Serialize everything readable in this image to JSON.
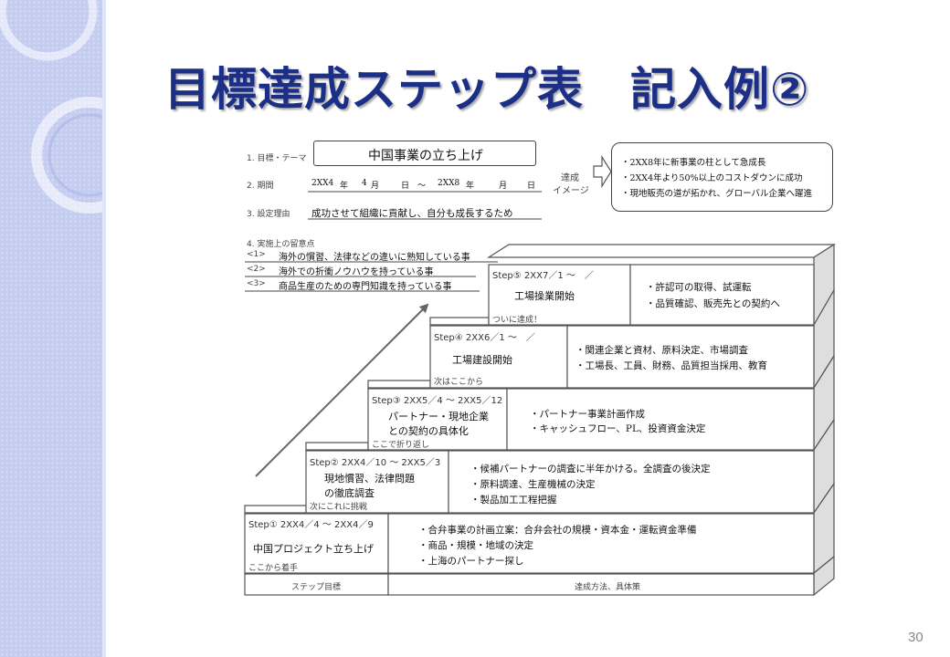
{
  "title": "目標達成ステップ表　記入例②",
  "page_number": "30",
  "form": {
    "theme_label": "1. 目標・テーマ",
    "theme_value": "中国事業の立ち上げ",
    "period_label": "2. 期間",
    "period_start_year": "2XX4",
    "year_char": "年",
    "period_start_month": "4",
    "month_char": "月",
    "day_char": "日",
    "wave": "～",
    "period_end_year": "2XX8",
    "reason_label": "3. 設定理由",
    "reason_value": "成功させて組織に貢献し、自分も成長するため",
    "notes_label": "4. 実施上の留意点",
    "notes": [
      {
        "marker": "<1>",
        "text": "海外の慣習、法律などの違いに熟知している事"
      },
      {
        "marker": "<2>",
        "text": "海外での折衝ノウハウを持っている事"
      },
      {
        "marker": "<3>",
        "text": "商品生産のための専門知識を持っている事"
      }
    ]
  },
  "achievement": {
    "label_line1": "達成",
    "label_line2": "イメージ",
    "items": [
      "・2XX8年に新事業の柱として急成長",
      "・2XX4年より50%以上のコストダウンに成功",
      "・現地販売の道が拓かれ、グローバル企業へ躍進"
    ]
  },
  "steps": [
    {
      "header": "Step① 2XX4／4 ～ 2XX4／9",
      "goal": [
        "中国プロジェクト立ち上げ"
      ],
      "status": "ここから着手",
      "details": [
        "・合弁事業の計画立案：合弁会社の規模・資本金・運転資金準備",
        "・商品・規模・地域の決定",
        "・上海のパートナー探し"
      ]
    },
    {
      "header": "Step② 2XX4／10 ～ 2XX5／3",
      "goal": [
        "現地慣習、法律問題",
        "の徹底調査"
      ],
      "status": "次にこれに挑戦",
      "details": [
        "・候補パートナーの調査に半年かける。全調査の後決定",
        "・原料調達、生産機械の決定",
        "・製品加工工程把握"
      ]
    },
    {
      "header": "Step③ 2XX5／4 ～ 2XX5／12",
      "goal": [
        "パートナー・現地企業",
        "との契約の具体化"
      ],
      "status": "ここで折り返し",
      "details": [
        "・パートナー事業計画作成",
        "・キャッシュフロー、PL、投資資金決定"
      ]
    },
    {
      "header": "Step④ 2XX6／1 ～　／",
      "goal": [
        "工場建設開始"
      ],
      "status": "次はここから",
      "details": [
        "・関連企業と資材、原料決定、市場調査",
        "・工場長、工員、財務、品質担当採用、教育"
      ]
    },
    {
      "header": "Step⑤ 2XX7／1 ～　／",
      "goal": [
        "工場操業開始"
      ],
      "status": "ついに達成！",
      "details": [
        "・許認可の取得、試運転",
        "・品質確認、販売先との契約へ"
      ]
    }
  ],
  "footer": {
    "col1": "ステップ目標",
    "col2": "達成方法、具体策"
  }
}
